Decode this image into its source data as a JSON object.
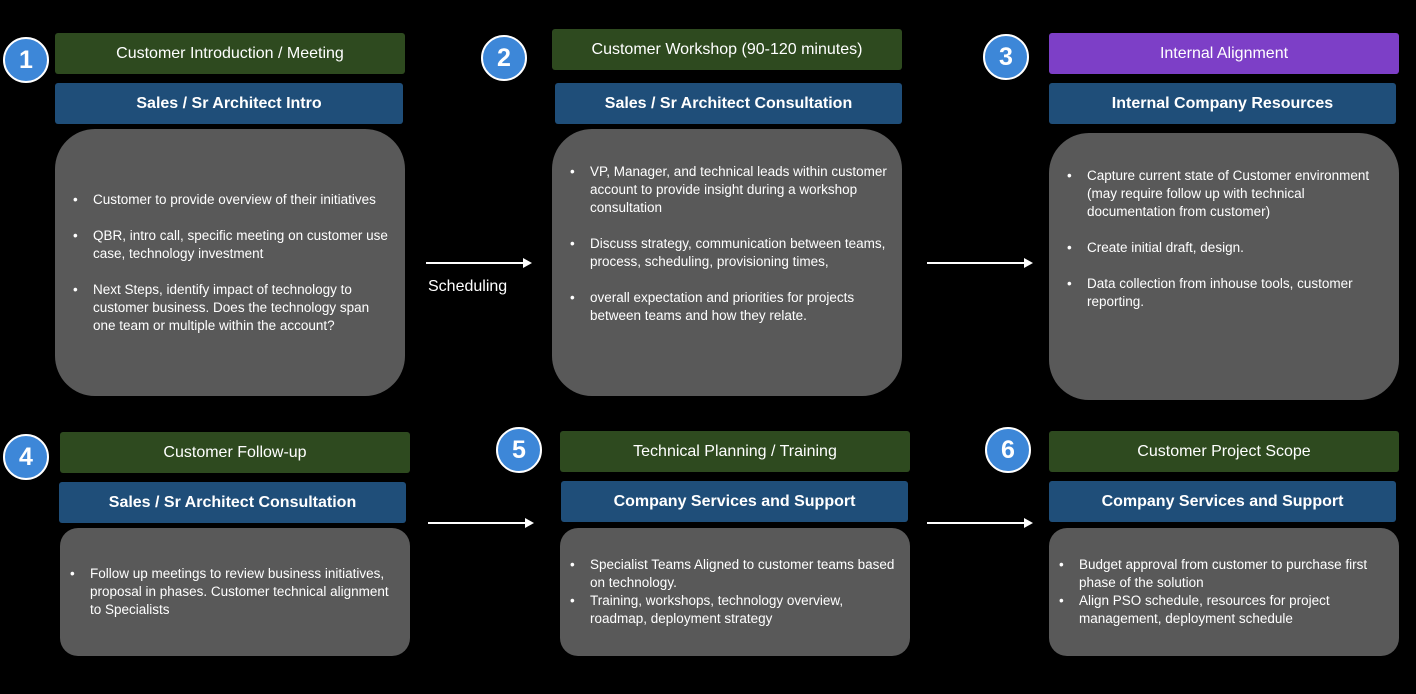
{
  "steps": [
    {
      "number": "1",
      "title": "Customer Introduction / Meeting",
      "role": "Sales / Sr Architect Intro",
      "bullets": [
        "Customer to provide overview of their initiatives",
        "QBR, intro call, specific meeting on customer use case, technology investment",
        "Next Steps, identify impact of technology to customer business. Does the technology span one team or multiple within the account?"
      ]
    },
    {
      "number": "2",
      "title": "Customer Workshop (90-120 minutes)",
      "role": "Sales / Sr Architect Consultation",
      "bullets": [
        "VP, Manager, and technical leads within customer account to provide insight during a workshop consultation",
        "Discuss strategy, communication between teams, process, scheduling, provisioning times,",
        "overall expectation and priorities for projects between teams and how they relate."
      ]
    },
    {
      "number": "3",
      "title": "Internal Alignment",
      "role": "Internal Company Resources",
      "bullets": [
        "Capture current state of Customer environment (may require follow up with technical documentation from customer)",
        "Create initial draft, design.",
        "Data collection from inhouse tools, customer reporting."
      ]
    },
    {
      "number": "4",
      "title": "Customer Follow-up",
      "role": "Sales / Sr Architect Consultation",
      "bullets": [
        "Follow up meetings to review business initiatives, proposal in phases. Customer technical  alignment to Specialists"
      ]
    },
    {
      "number": "5",
      "title": "Technical Planning / Training",
      "role": "Company Services and Support",
      "bullets": [
        "Specialist Teams Aligned to customer teams based on technology.",
        "Training, workshops, technology overview, roadmap, deployment strategy"
      ]
    },
    {
      "number": "6",
      "title": "Customer Project Scope",
      "role": "Company Services and Support",
      "bullets": [
        "Budget approval from customer to purchase first phase of the solution",
        "Align PSO schedule, resources for project management, deployment schedule"
      ]
    }
  ],
  "connectors": {
    "scheduling_label": "Scheduling"
  },
  "colors": {
    "badge": "#3d87d8",
    "title_green": "#2e4a1f",
    "title_purple": "#7d3fc7",
    "role_blue": "#1f4e79",
    "card_gray": "#595959"
  }
}
